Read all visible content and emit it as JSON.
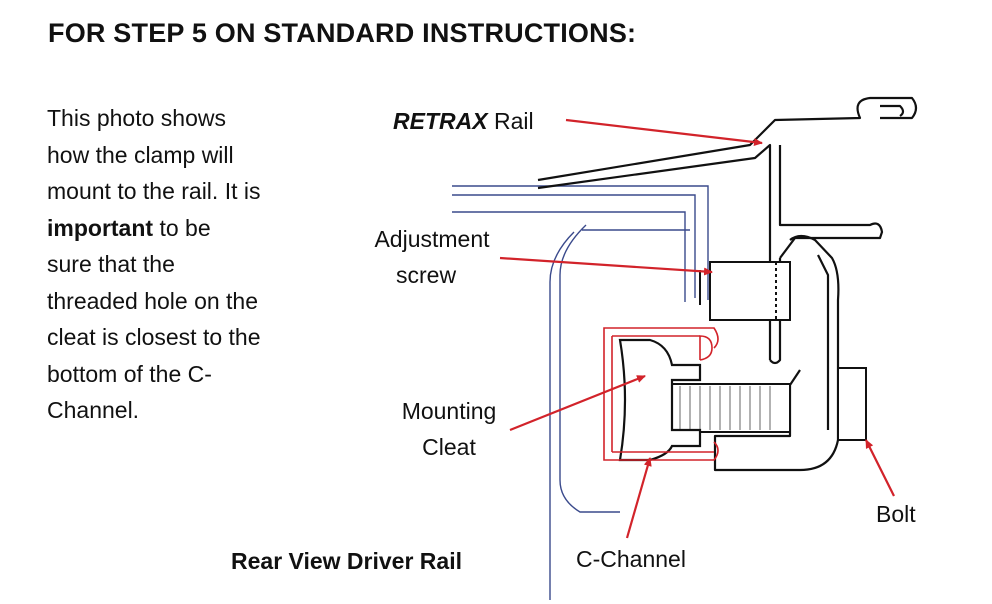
{
  "heading": "FOR STEP 5 ON STANDARD INSTRUCTIONS:",
  "instructions": {
    "line1": "This photo shows",
    "line2": "how the clamp will",
    "line3": "mount to the rail. It is",
    "line4_bold": "important",
    "line4_rest": " to be",
    "line5": "sure that the",
    "line6": "threaded hole on the",
    "line7": "cleat is closest to the",
    "line8": "bottom of the C-",
    "line9": "Channel."
  },
  "caption": "Rear View Driver Rail",
  "labels": {
    "retrax_brand": "RETRAX",
    "retrax_rest": " Rail",
    "adjustment_line1": "Adjustment",
    "adjustment_line2": "screw",
    "cleat_line1": "Mounting",
    "cleat_line2": "Cleat",
    "c_channel": "C-Channel",
    "bolt": "Bolt"
  },
  "colors": {
    "leader": "#d2232a",
    "channel": "#d2232a",
    "truck_bed": "#3a4a8c",
    "parts": "#111111"
  }
}
